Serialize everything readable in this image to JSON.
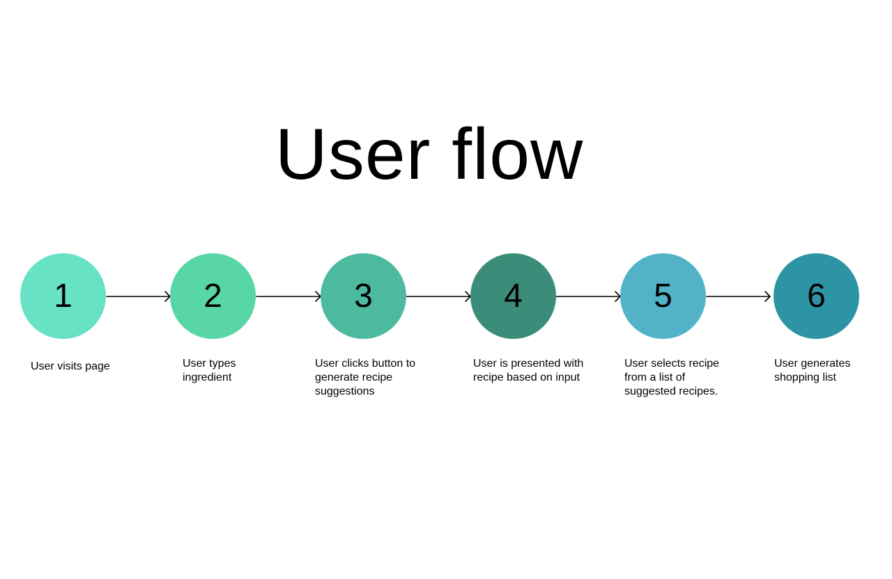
{
  "title": "User flow",
  "steps": [
    {
      "number": "1",
      "label": "User visits page",
      "color": "#67E2C5"
    },
    {
      "number": "2",
      "label": "User types ingredient",
      "color": "#58D6A7"
    },
    {
      "number": "3",
      "label": "User clicks button to generate recipe suggestions",
      "color": "#4DB99E"
    },
    {
      "number": "4",
      "label": "User is presented with recipe based on input",
      "color": "#3B8C78"
    },
    {
      "number": "5",
      "label": "User selects recipe from a list of suggested recipes.",
      "color": "#52B3C8"
    },
    {
      "number": "6",
      "label": "User generates shopping list",
      "color": "#2C94A4"
    }
  ]
}
